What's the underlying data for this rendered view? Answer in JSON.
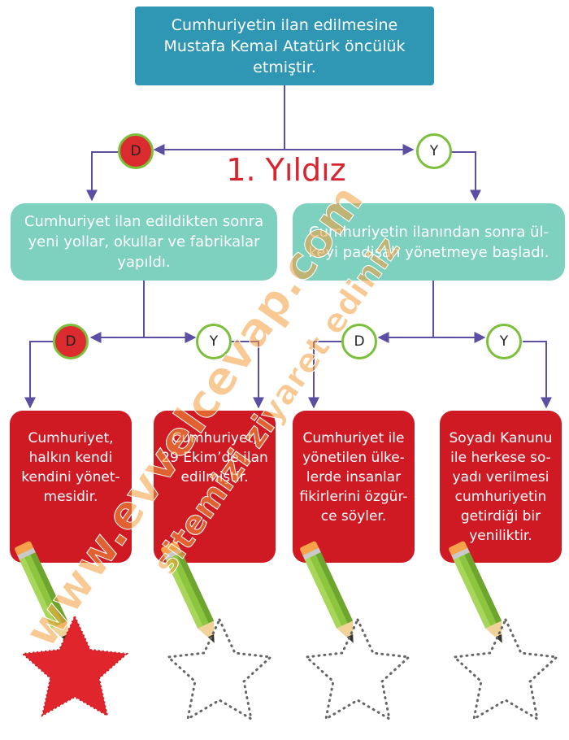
{
  "colors": {
    "top_box": "#2f97b4",
    "mid_box": "#7dd1be",
    "card": "#cf1a24",
    "line": "#5b4ea3",
    "title": "#d7262f",
    "circle_ring": "#7bbf3a",
    "star_filled": "#e1252d"
  },
  "top_statement": "Cumhuriyetin ilan edilmesine\nMustafa Kemal Atatürk öncülük\netmiştir.",
  "title": "1. Yıldız",
  "answers": {
    "left": "D",
    "right": "Y"
  },
  "level2": {
    "left": {
      "text": "Cumhuriyet ilan edildikten sonra\nyeni yollar, okullar ve fabrikalar\nyapıldı.",
      "answers": {
        "left": "D",
        "right": "Y"
      }
    },
    "right": {
      "text": "Cumhuriyetin ilanından sonra ül-\nkeyi padişah yönetmeye başladı.",
      "answers": {
        "left": "D",
        "right": "Y"
      }
    }
  },
  "cards": [
    {
      "text": "Cumhuriyet,\nhalkın kendi\nkendini yönet-\nmesidir.",
      "star": "filled"
    },
    {
      "text": "Cumhuriyet,\n29 Ekim’de ilan\nedilmiştir.",
      "star": "dotted"
    },
    {
      "text": "Cumhuriyet ile\nyönetilen ülke-\nlerde insanlar\nfikirlerini özgür-\nce söyler.",
      "star": "dotted"
    },
    {
      "text": "Soyadı Kanunu\nile herkese so-\nyadı verilmesi\ncumhuriyetin\ngetirdiği bir\nyeniliktir.",
      "star": "dotted"
    }
  ],
  "watermark": {
    "line1": "www.evvelcevap.com",
    "line2": "sitemizi ziyaret ediniz"
  }
}
